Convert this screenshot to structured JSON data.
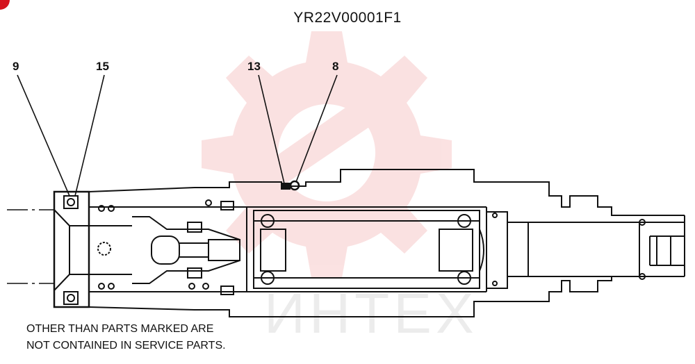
{
  "title": "YR22V00001F1",
  "callouts": [
    {
      "id": "9",
      "label": "9"
    },
    {
      "id": "15",
      "label": "15"
    },
    {
      "id": "13",
      "label": "13"
    },
    {
      "id": "8",
      "label": "8"
    }
  ],
  "note": {
    "line1": "OTHER THAN PARTS MARKED ARE",
    "line2": "NOT CONTAINED IN SERVICE PARTS."
  },
  "watermark": {
    "text": "ИНТЕХ",
    "color": "#e02020"
  },
  "colors": {
    "line": "#111111",
    "accent": "#d5141e"
  }
}
